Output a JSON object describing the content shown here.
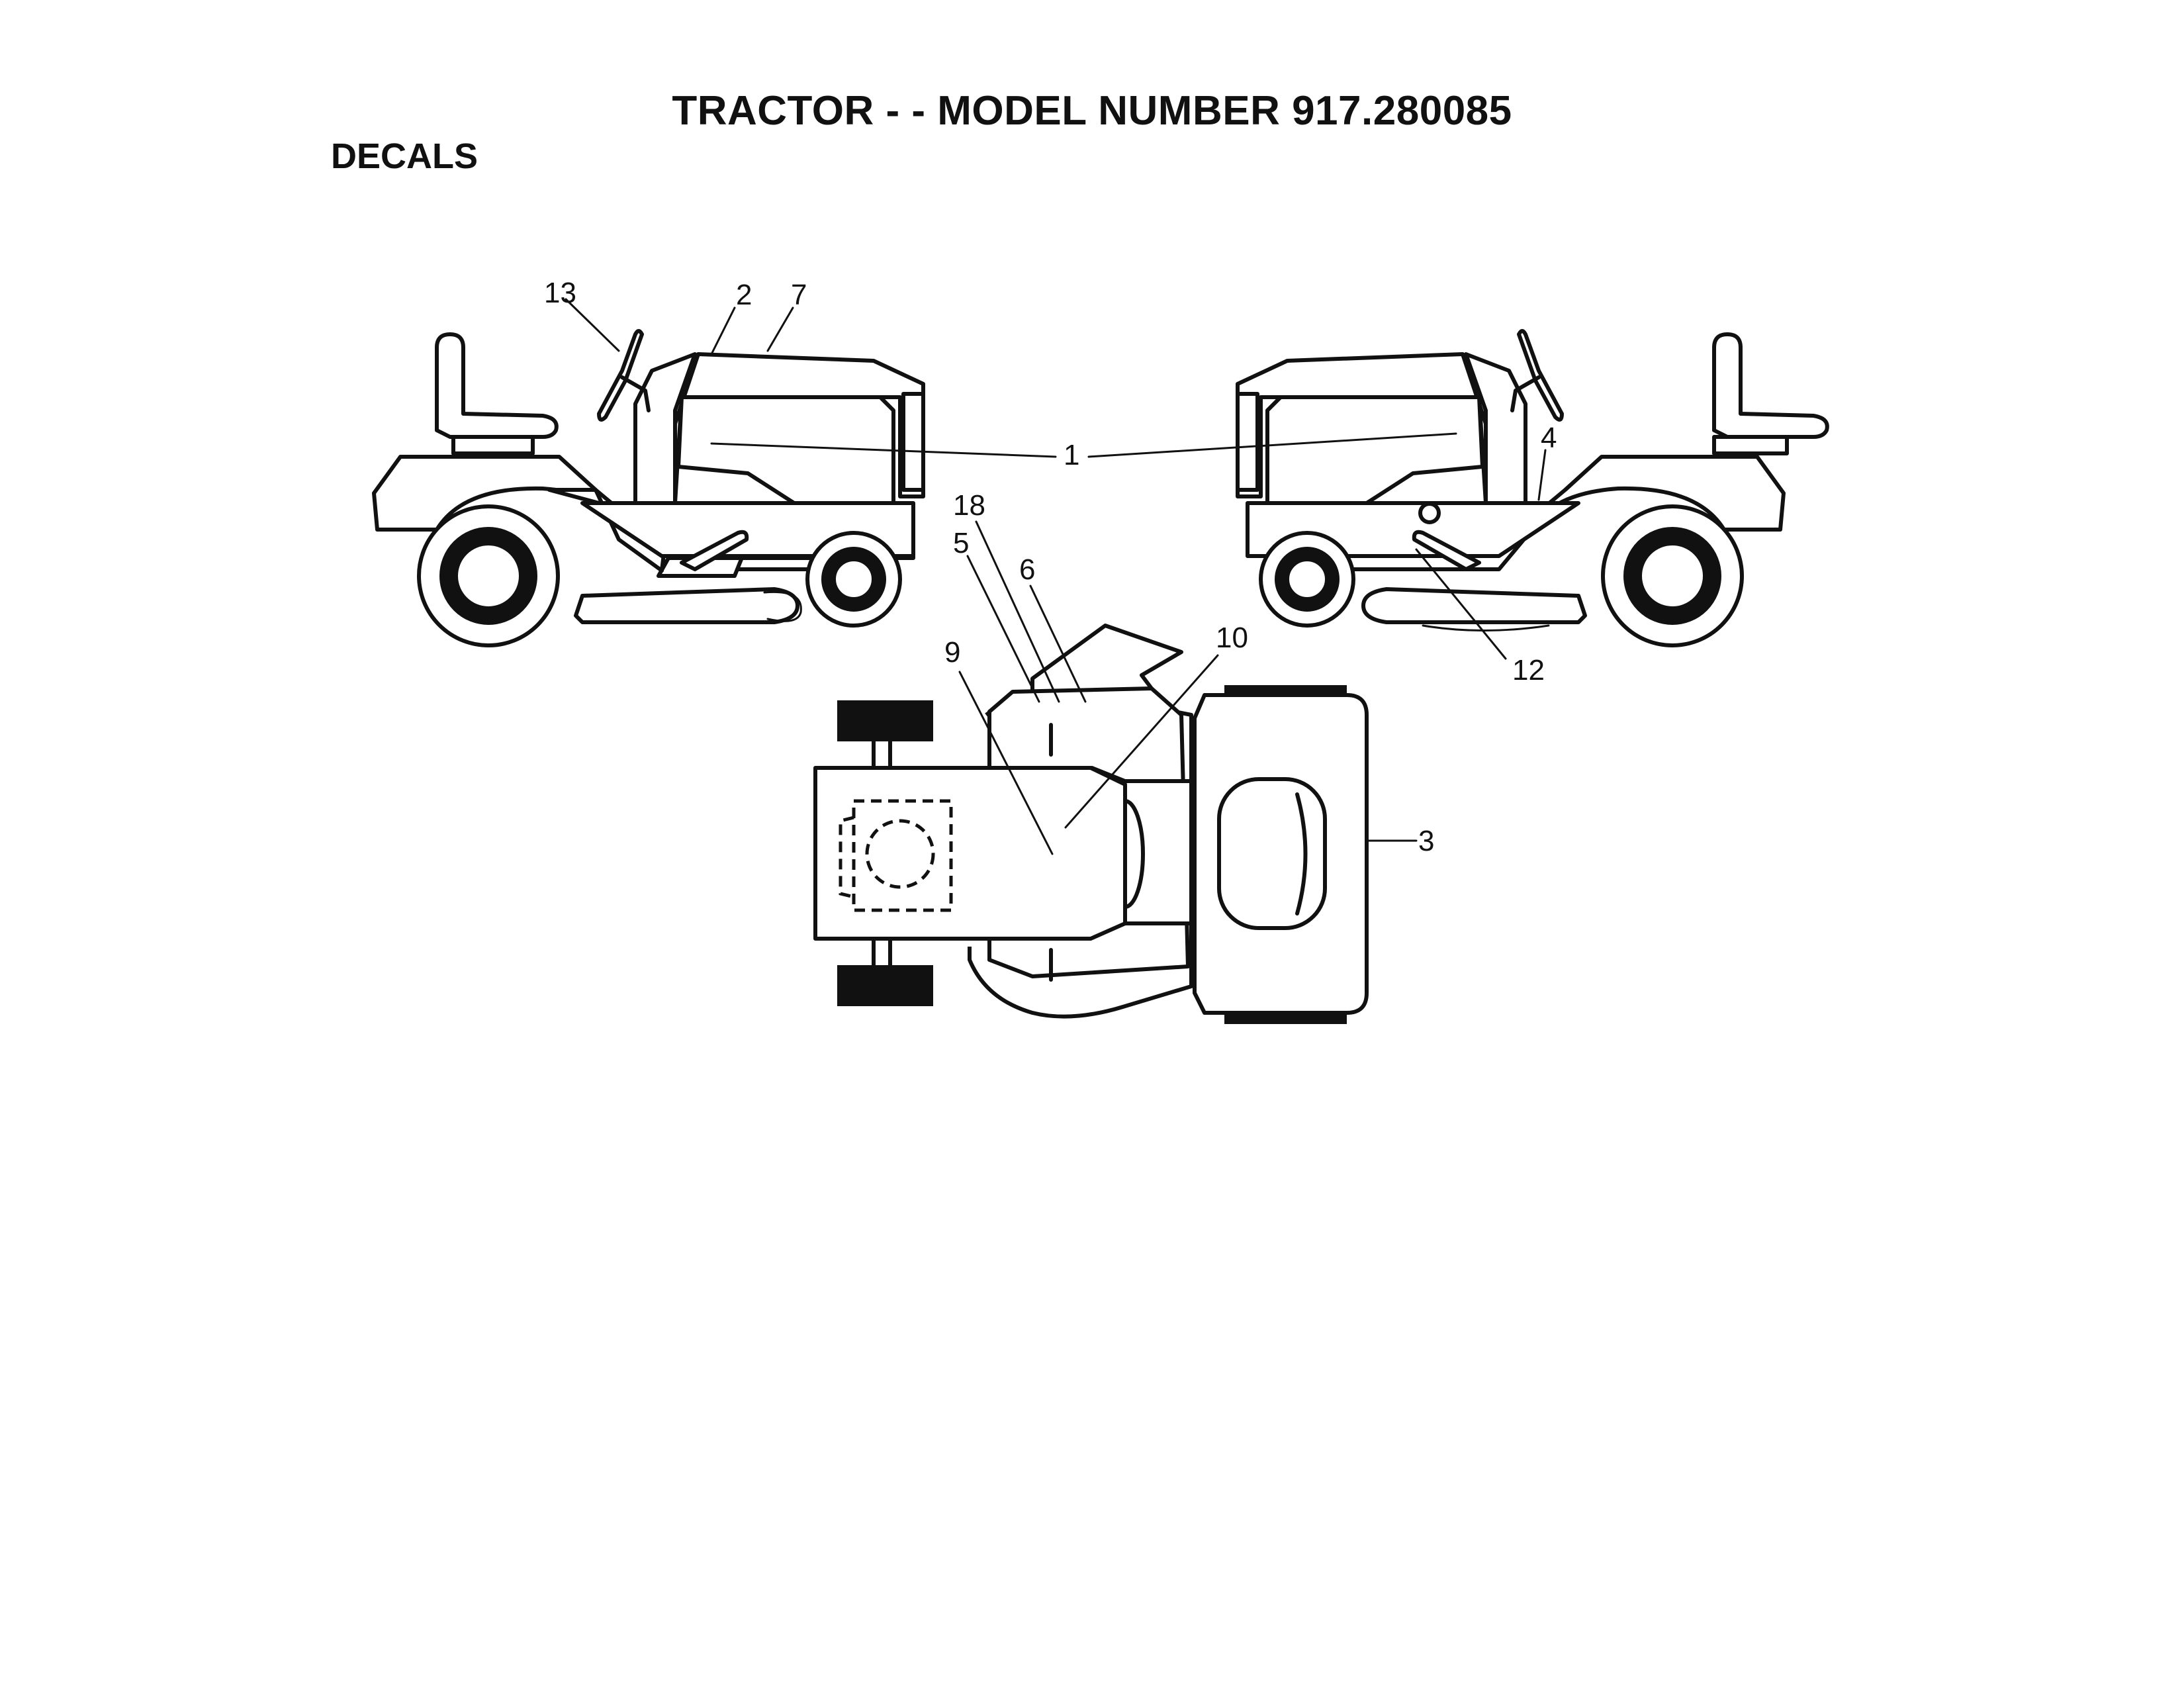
{
  "header": {
    "title": "TRACTOR - - MODEL NUMBER 917.280085",
    "section": "DECALS"
  },
  "callouts": {
    "c1": "1",
    "c2": "2",
    "c3": "3",
    "c4": "4",
    "c5": "5",
    "c6": "6",
    "c7": "7",
    "c9": "9",
    "c10": "10",
    "c12": "12",
    "c13": "13",
    "c18": "18"
  }
}
